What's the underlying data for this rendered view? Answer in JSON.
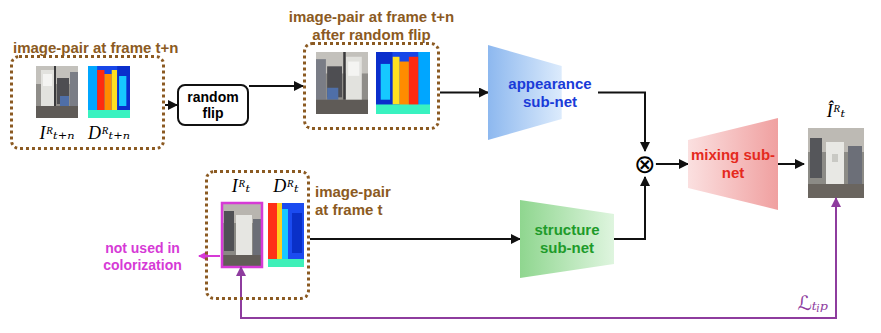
{
  "diagram": {
    "nodes": [
      {
        "text": [
          "image-pair at frame t+n"
        ]
      },
      {
        "text": [
          "Iᴿₜ₊ₙ"
        ],
        "in": 0
      },
      {
        "text": [
          "Dᴿₜ₊ₙ"
        ],
        "in": 0
      },
      {
        "text": [
          "random flip"
        ]
      },
      {
        "text": [
          "image-pair at frame t+n after random flip"
        ]
      },
      {
        "text": [
          "appearance sub-net"
        ]
      },
      {
        "text": [
          "⊗"
        ]
      },
      {
        "text": [
          "mixing sub-net"
        ]
      },
      {
        "text": [
          "Îᴿₜ"
        ]
      },
      {
        "text": [
          "image-pair at frame t"
        ]
      },
      {
        "text": [
          "Iᴿₜ"
        ],
        "in": 9
      },
      {
        "text": [
          "Dᴿₜ"
        ],
        "in": 9
      },
      {
        "text": [
          "structure sub-net"
        ]
      }
    ],
    "edges": [
      {
        "from": 0,
        "to": 3,
        "arrow": "to"
      },
      {
        "from": 3,
        "to": 4,
        "arrow": "to"
      },
      {
        "from": 4,
        "to": 5,
        "arrow": "to"
      },
      {
        "from": 5,
        "to": 6,
        "arrow": "to"
      },
      {
        "from": 9,
        "to": 12,
        "arrow": "to"
      },
      {
        "from": 12,
        "to": 6,
        "arrow": "to"
      },
      {
        "from": 6,
        "to": 7,
        "arrow": "to"
      },
      {
        "from": 7,
        "to": 8,
        "arrow": "to"
      },
      {
        "from": 8,
        "to": 10,
        "label": "ℒₜᵢₚ",
        "arrow": "both"
      }
    ],
    "labels": [
      "not used in colorization"
    ]
  }
}
